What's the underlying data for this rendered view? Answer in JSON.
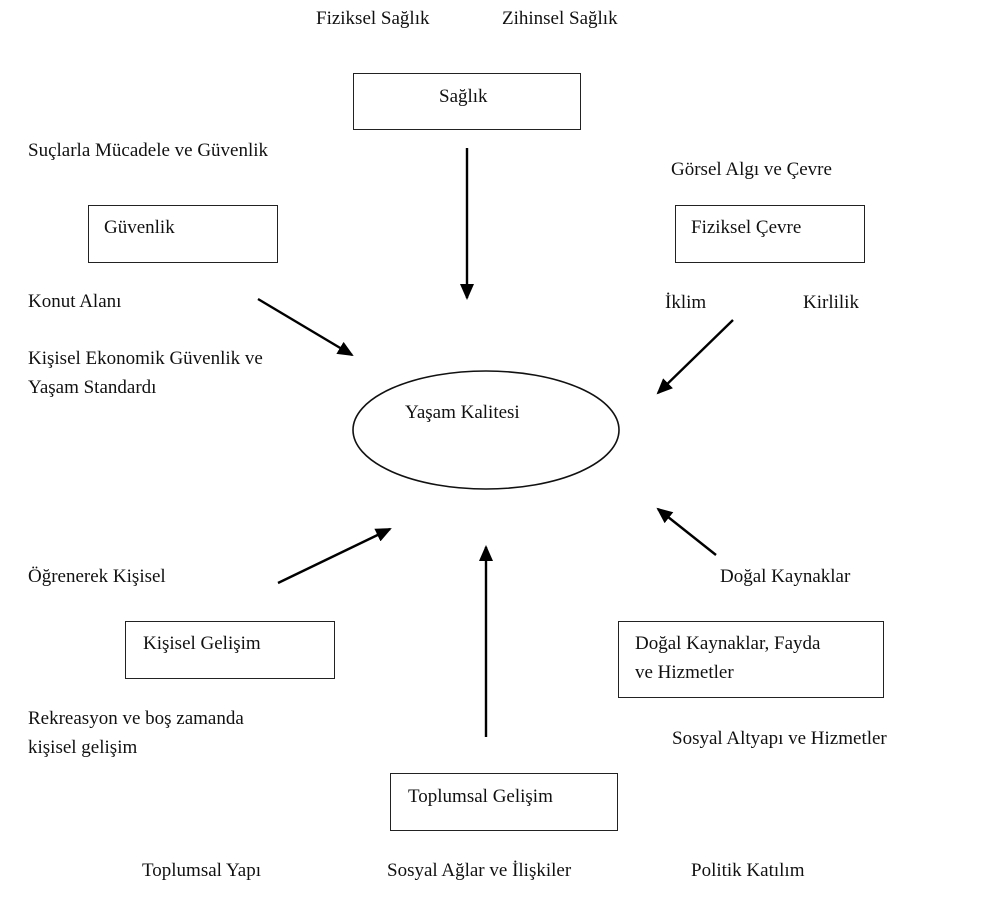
{
  "diagram": {
    "center": {
      "label": "Yaşam Kalitesi"
    },
    "nodes": {
      "saglik": {
        "label": "Sağlık",
        "subitems": [
          "Fiziksel Sağlık",
          "Zihinsel Sağlık"
        ]
      },
      "guvenlik": {
        "label": "Güvenlik",
        "subitems": [
          "Suçlarla Mücadele ve Güvenlik",
          "Konut Alanı",
          "Kişisel Ekonomik Güvenlik ve",
          "Yaşam Standardı"
        ]
      },
      "fiziksel_cevre": {
        "label": "Fiziksel Çevre",
        "subitems": [
          "Görsel Algı ve Çevre",
          "İklim",
          "Kirlilik"
        ]
      },
      "kisisel_gelisim": {
        "label": "Kişisel Gelişim",
        "subitems": [
          "Öğrenerek Kişisel",
          "Rekreasyon ve boş zamanda",
          "kişisel gelişim"
        ]
      },
      "dogal_kaynaklar": {
        "label_line1": "Doğal Kaynaklar, Fayda",
        "label_line2": "ve Hizmetler",
        "subitems": [
          "Doğal Kaynaklar",
          "Sosyal Altyapı ve Hizmetler"
        ]
      },
      "toplumsal_gelisim": {
        "label": "Toplumsal Gelişim",
        "subitems": [
          "Toplumsal Yapı",
          "Sosyal Ağlar ve İlişkiler",
          "Politik Katılım"
        ]
      }
    },
    "edges": [
      {
        "from": "Sağlık",
        "to": "Yaşam Kalitesi"
      },
      {
        "from": "Güvenlik",
        "to": "Yaşam Kalitesi"
      },
      {
        "from": "Fiziksel Çevre",
        "to": "Yaşam Kalitesi"
      },
      {
        "from": "Kişisel Gelişim",
        "to": "Yaşam Kalitesi"
      },
      {
        "from": "Doğal Kaynaklar, Fayda ve Hizmetler",
        "to": "Yaşam Kalitesi"
      },
      {
        "from": "Toplumsal Gelişim",
        "to": "Yaşam Kalitesi"
      }
    ]
  }
}
